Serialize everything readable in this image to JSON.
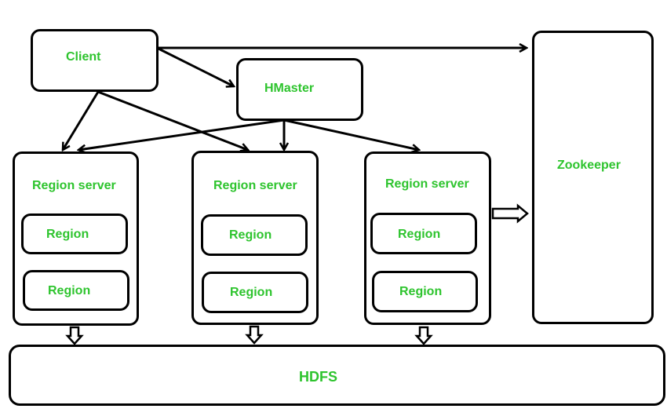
{
  "nodes": {
    "client": "Client",
    "hmaster": "HMaster",
    "zookeeper": "Zookeeper",
    "hdfs": "HDFS"
  },
  "region_servers": [
    {
      "title": "Region server",
      "regions": [
        "Region",
        "Region"
      ]
    },
    {
      "title": "Region server",
      "regions": [
        "Region",
        "Region"
      ]
    },
    {
      "title": "Region server",
      "regions": [
        "Region",
        "Region"
      ]
    }
  ],
  "colors": {
    "label": "#2ec42e",
    "stroke": "#000000"
  }
}
